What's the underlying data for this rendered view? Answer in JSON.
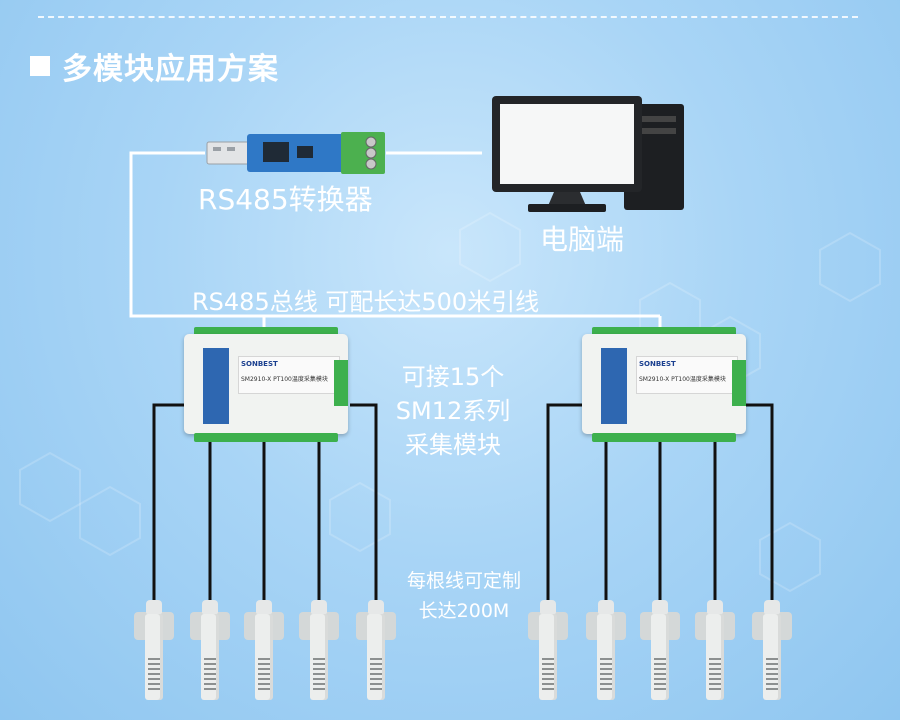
{
  "title": "多模块应用方案",
  "labels": {
    "converter": "RS485转换器",
    "computer": "电脑端",
    "bus": "RS485总线 可配长达500米引线",
    "modules_line1": "可接15个",
    "modules_line2": "SM12系列",
    "modules_line3": "采集模块",
    "cable_line1": "每根线可定制",
    "cable_line2": "长达200M"
  },
  "module_printed": {
    "brand": "SONBEST",
    "model": "SM2910-X PT100温度采集模块"
  },
  "colors": {
    "background": "#a9d5f6",
    "line": "#ffffff",
    "terminal_green": "#3db04d",
    "panel_blue": "#2e67b1",
    "cable": "#111111"
  }
}
